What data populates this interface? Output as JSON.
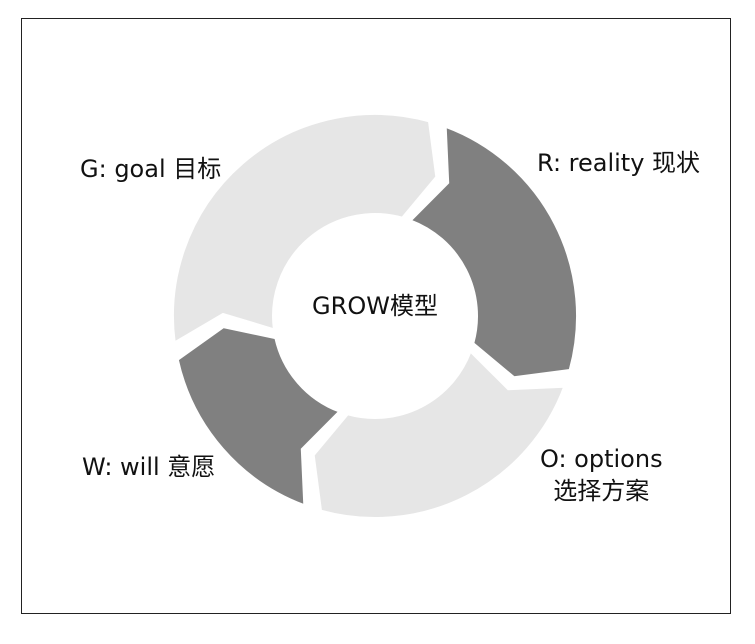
{
  "diagram": {
    "center_label": "GROW模型",
    "segments": [
      {
        "key": "G",
        "label": "G: goal 目标",
        "color": "#e6e6e6"
      },
      {
        "key": "R",
        "label": "R: reality 现状",
        "color": "#808080"
      },
      {
        "key": "O",
        "label_line1": "O: options",
        "label_line2": "选择方案",
        "color": "#e6e6e6"
      },
      {
        "key": "W",
        "label": "W: will 意愿",
        "color": "#808080"
      }
    ]
  }
}
